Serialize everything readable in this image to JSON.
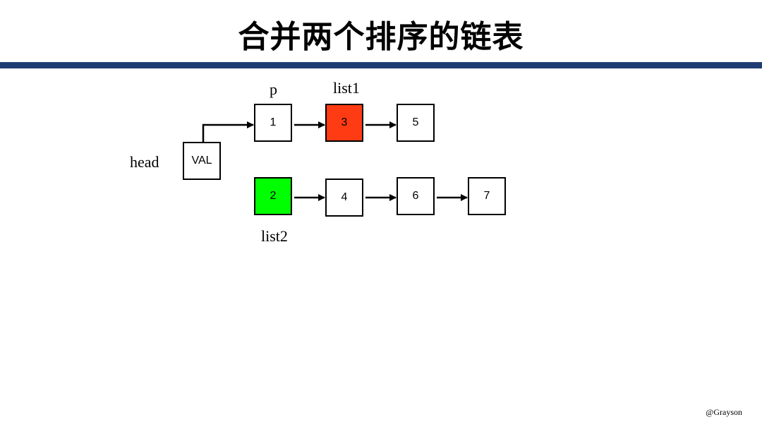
{
  "title": "合并两个排序的链表",
  "labels": {
    "head": "head",
    "p": "p",
    "list1": "list1",
    "list2": "list2"
  },
  "nodes": {
    "head_val": "VAL",
    "list1": [
      "1",
      "3",
      "5"
    ],
    "list2": [
      "2",
      "4",
      "6",
      "7"
    ]
  },
  "colors": {
    "rule": "#1f3d73",
    "list1_current": "#ff3b14",
    "list2_current": "#00ff00"
  },
  "footer": "@Grayson"
}
